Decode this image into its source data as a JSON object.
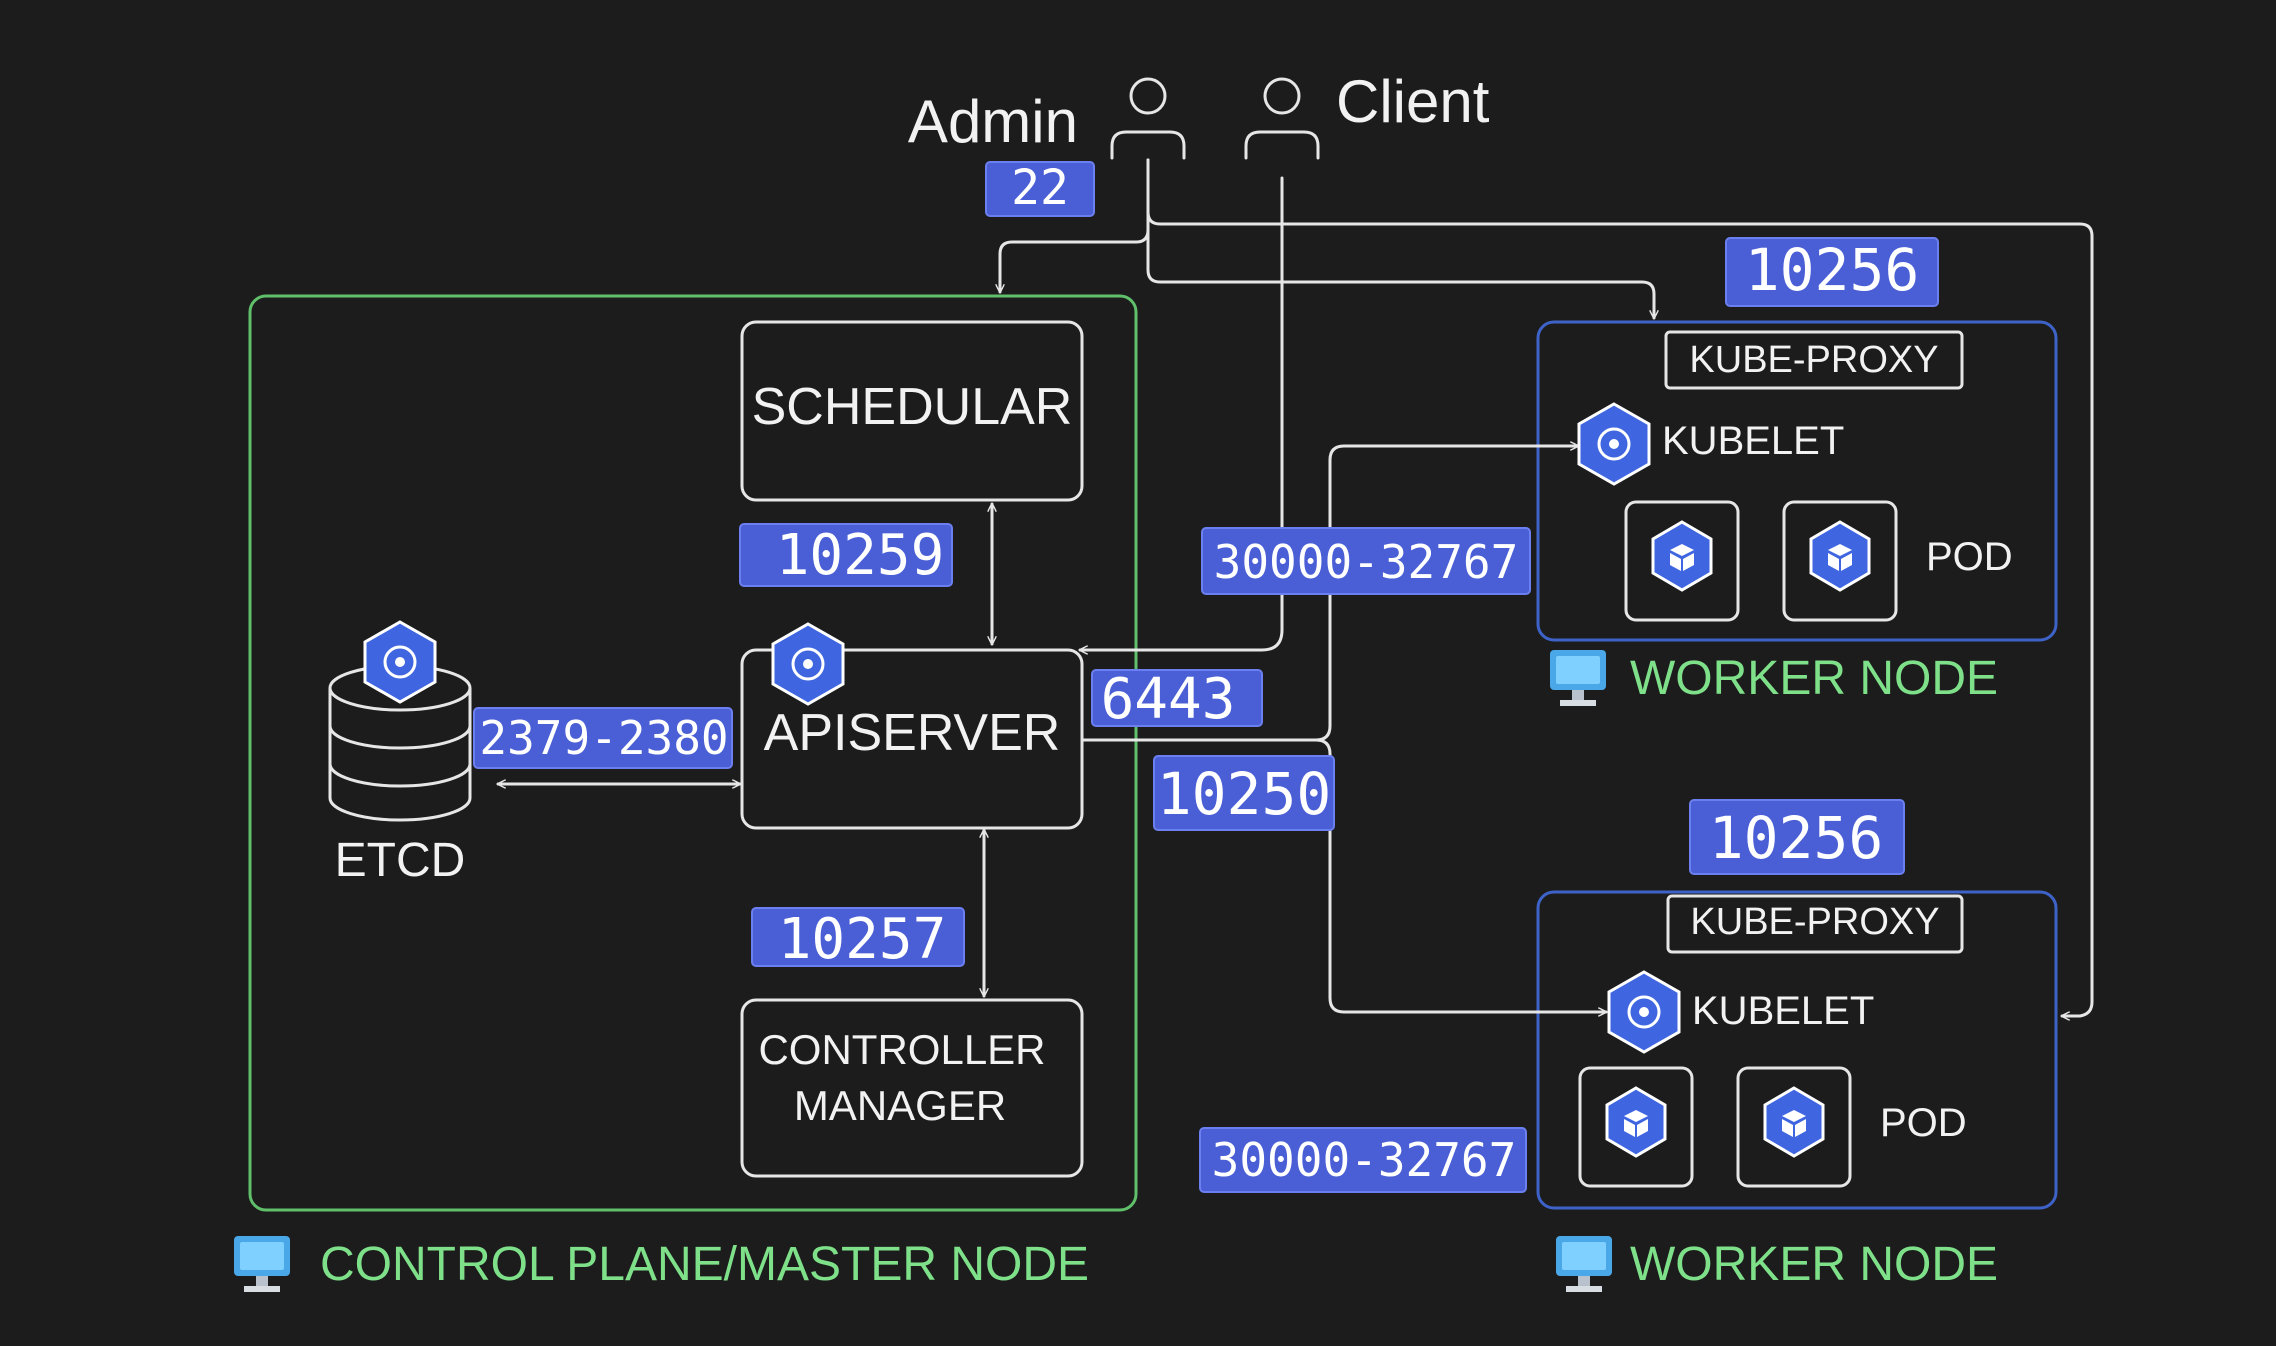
{
  "users": {
    "admin": "Admin",
    "client": "Client"
  },
  "control_plane": {
    "label": "CONTROL PLANE/MASTER NODE",
    "schedular": "SCHEDULAR",
    "apiserver": "APISERVER",
    "controller_line1": "CONTROLLER",
    "controller_line2": "MANAGER",
    "etcd": "ETCD"
  },
  "worker_top": {
    "label": "WORKER NODE",
    "kube_proxy": "KUBE-PROXY",
    "kubelet": "KUBELET",
    "pod": "POD"
  },
  "worker_bottom": {
    "label": "WORKER NODE",
    "kube_proxy": "KUBE-PROXY",
    "kubelet": "KUBELET",
    "pod": "POD"
  },
  "ports": {
    "ssh": "22",
    "kube_proxy_top": "10256",
    "kube_proxy_bottom": "10256",
    "scheduler": "10259",
    "nodeport_top": "30000-32767",
    "nodeport_bottom": "30000-32767",
    "apiserver": "6443",
    "etcd": "2379-2380",
    "kubelet": "10250",
    "controller": "10257"
  },
  "colors": {
    "background": "#1c1c1c",
    "control_plane_border": "#5fbf6a",
    "worker_border": "#3d63c9",
    "port_badge": "#4a5fd6",
    "node_label": "#7fe08a",
    "k8s_icon": "#3f66e0"
  }
}
